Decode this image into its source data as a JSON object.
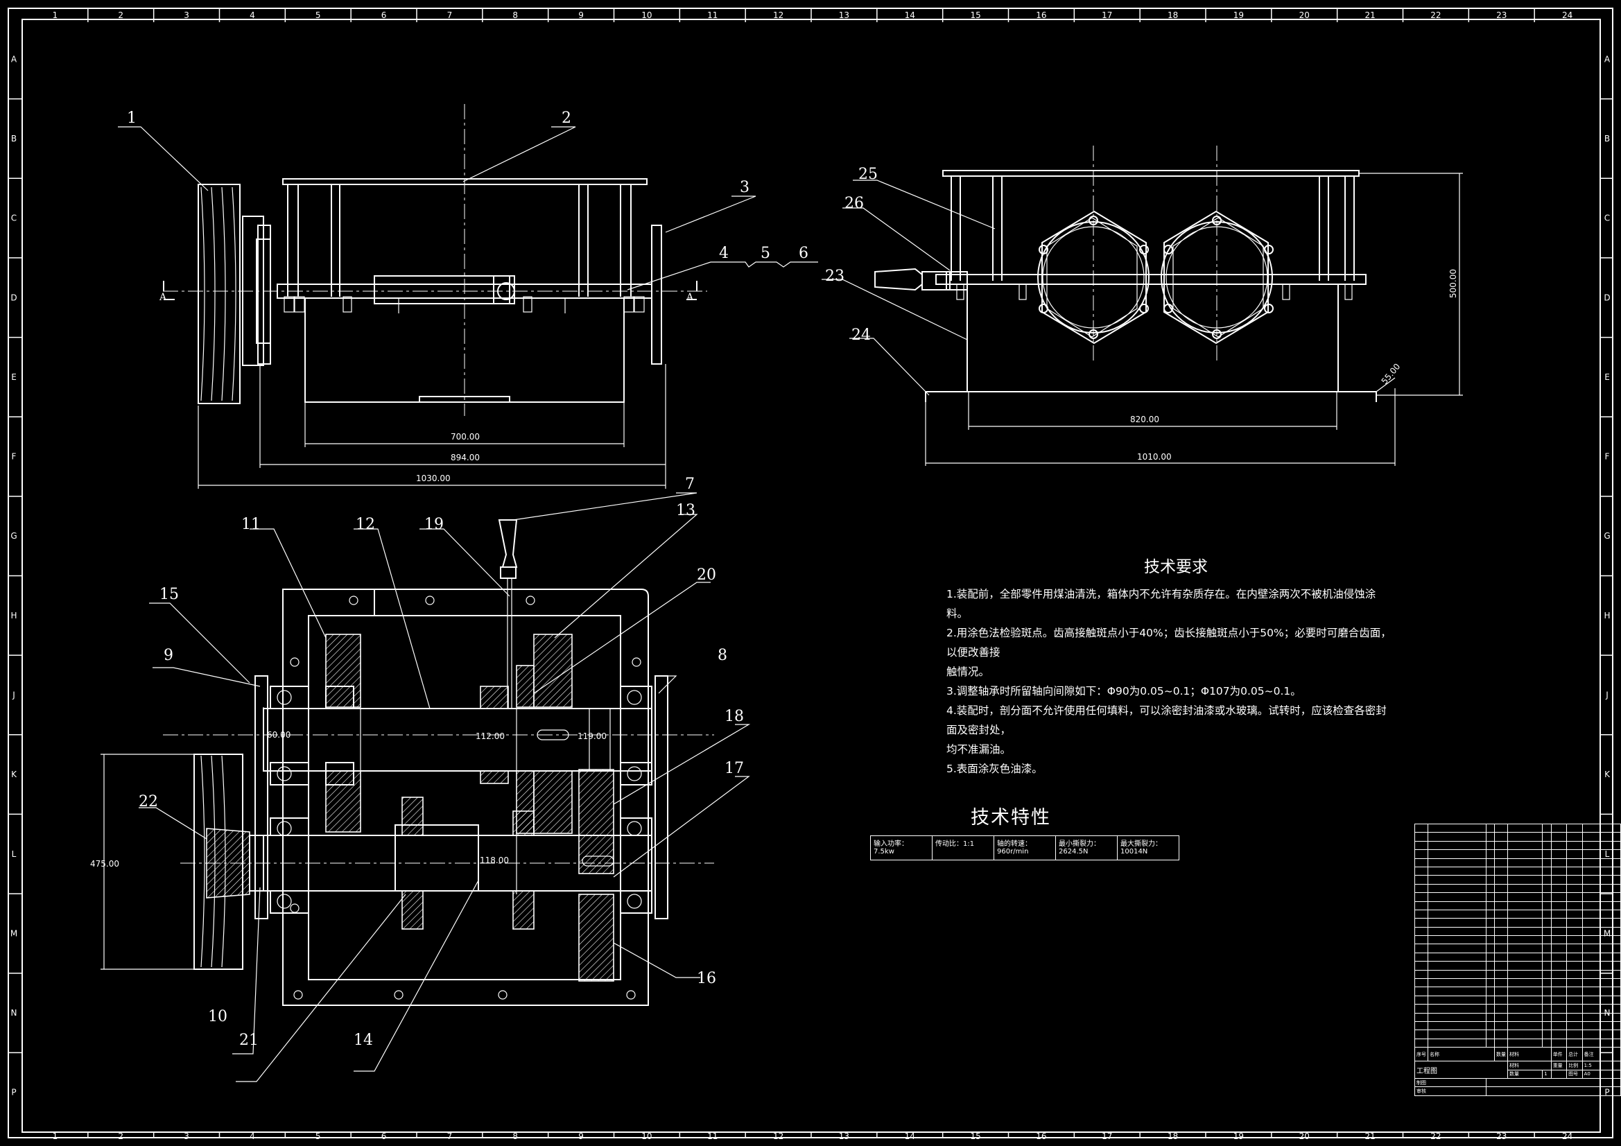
{
  "grid": {
    "columns": [
      "1",
      "2",
      "3",
      "4",
      "5",
      "6",
      "7",
      "8",
      "9",
      "10",
      "11",
      "12",
      "13",
      "14",
      "15",
      "16",
      "17",
      "18",
      "19",
      "20",
      "21",
      "22",
      "23",
      "24"
    ],
    "rows": [
      "A",
      "B",
      "C",
      "D",
      "E",
      "F",
      "G",
      "H",
      "J",
      "K",
      "L",
      "M",
      "N",
      "P"
    ]
  },
  "balloons": [
    "1",
    "2",
    "3",
    "4",
    "5",
    "6",
    "7",
    "8",
    "9",
    "10",
    "11",
    "12",
    "13",
    "14",
    "15",
    "16",
    "17",
    "18",
    "19",
    "20",
    "21",
    "22",
    "23",
    "24",
    "25",
    "26"
  ],
  "section_marks": {
    "left": "A",
    "right": "A"
  },
  "dimensions": {
    "d700": "700.00",
    "d894": "894.00",
    "d1030": "1030.00",
    "d820": "820.00",
    "d1010": "1010.00",
    "d500": "500.00",
    "d55": "55.00",
    "d475": "475.00",
    "d112": "112.00",
    "d119": "119.00",
    "d118": "118.00",
    "d60": "60.00"
  },
  "tech_requirements": {
    "title": "技术要求",
    "items": [
      "1.装配前，全部零件用煤油清洗，箱体内不允许有杂质存在。在内壁涂两次不被机油侵蚀涂料。",
      "2.用涂色法检验斑点。齿高接触斑点小于40%；齿长接触斑点小于50%；必要时可磨合齿面，以便改善接",
      "触情况。",
      "3.调整轴承时所留轴向间隙如下：Φ90为0.05~0.1；Φ107为0.05~0.1。",
      "4.装配时，剖分面不允许使用任何填料，可以涂密封油漆或水玻璃。试转时，应该检查各密封面及密封处，",
      "均不准漏油。",
      "5.表面涂灰色油漆。"
    ]
  },
  "tech_features": {
    "title": "技术特性",
    "cells": [
      {
        "label": "输入功率：",
        "value": "7.5kw"
      },
      {
        "label": "传动比：1:1",
        "value": ""
      },
      {
        "label": "轴的转速：",
        "value": "960r/min"
      },
      {
        "label": "最小撕裂力：",
        "value": "2624.5N"
      },
      {
        "label": "最大撕裂力：",
        "value": "10014N"
      }
    ]
  },
  "title_block": {
    "drawing_name": "工程图",
    "header": [
      "序号",
      "名称",
      "数量",
      "材料",
      "单件",
      "总计",
      "备注"
    ],
    "weight": "重量",
    "scale_label": "比例",
    "scale": "1:5",
    "sheet_label": "图号",
    "sheet": "A0",
    "designer": "制图",
    "checker": "审核",
    "material": "材料",
    "qty_label": "数量",
    "qty": "1"
  }
}
